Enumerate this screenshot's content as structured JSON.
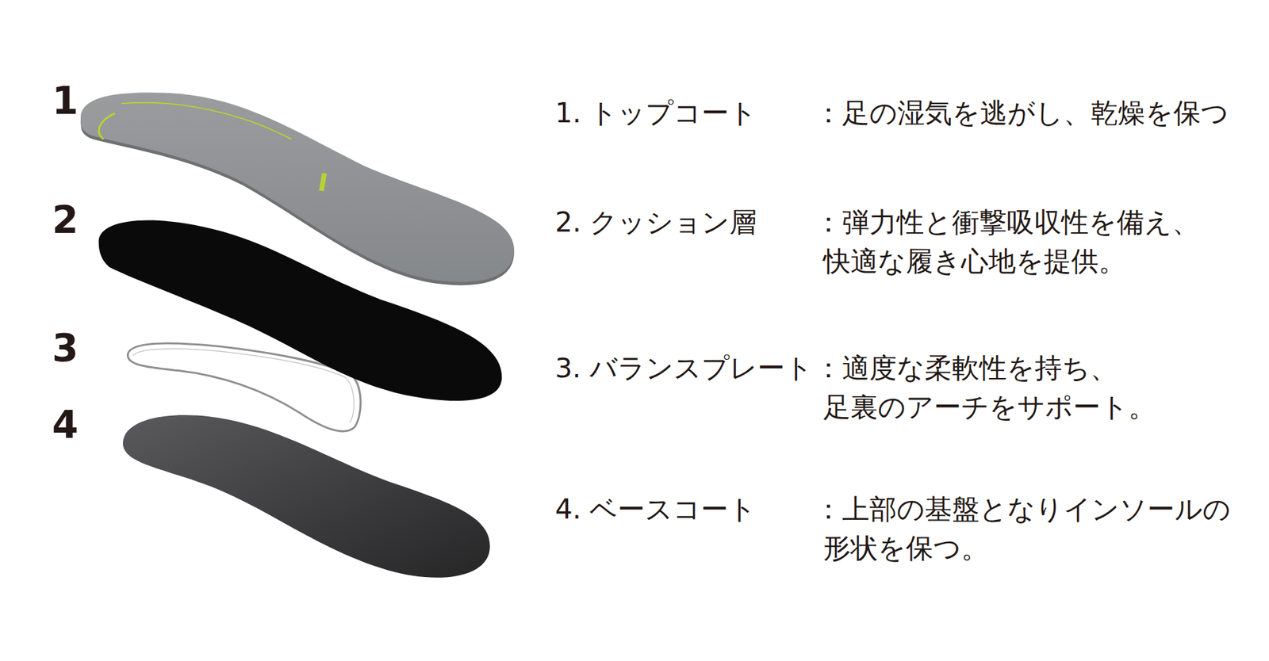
{
  "diagram": {
    "labels": [
      "1",
      "2",
      "3",
      "4",
      "1. トップコート",
      "：足の湿気を逃がし、乾燥を保つ",
      "2. クッション層",
      "：弾力性と衝撃吸収性を備え、 快適な履き心地を提供。",
      "3. バランスプレート",
      "：適度な柔軟性を持ち、 足裏のアーチをサポート。",
      "4. ベースコート",
      "：上部の基盤となりインソールの 形状を保つ。"
    ]
  }
}
